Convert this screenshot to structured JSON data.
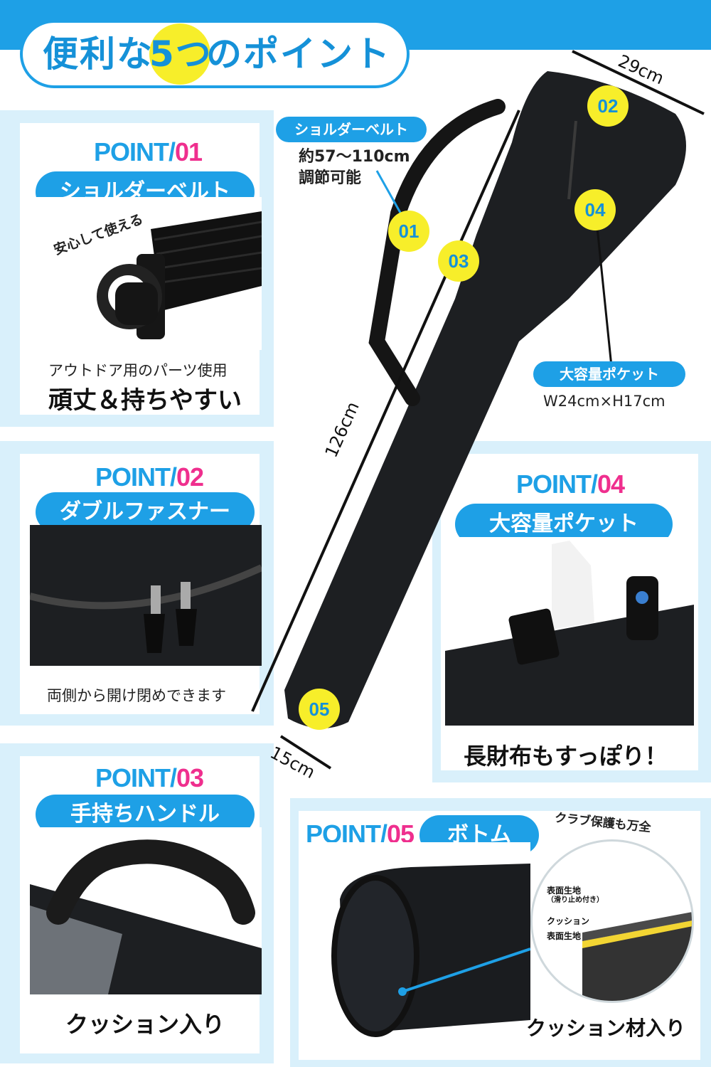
{
  "header": {
    "title_before": "便利な",
    "title_highlight": "5つ",
    "title_after": "のポイント"
  },
  "points": [
    {
      "label": "POINT/",
      "number": "01",
      "title": "ショルダーベルト",
      "tag": "安心して使える",
      "text": "アウトドア用のパーツ使用",
      "caption": "頑丈＆持ちやすい"
    },
    {
      "label": "POINT/",
      "number": "02",
      "title": "ダブルファスナー",
      "caption": "両側から開け閉めできます"
    },
    {
      "label": "POINT/",
      "number": "03",
      "title": "手持ちハンドル",
      "caption": "クッション入り"
    },
    {
      "label": "POINT/",
      "number": "04",
      "title": "大容量ポケット",
      "caption": "長財布もすっぽり！"
    },
    {
      "label": "POINT/",
      "number": "05",
      "title": "ボトム",
      "tag": "クラブ保護も万全",
      "caption": "クッション材入り"
    }
  ],
  "cross_section": {
    "layer1": "表面生地",
    "layer1_sub": "（滑り止め付き）",
    "layer2": "クッション",
    "layer3": "表面生地"
  },
  "product": {
    "shoulder_label": "ショルダーベルト",
    "shoulder_spec_1": "約57〜110cm",
    "shoulder_spec_2": "調節可能",
    "pocket_label": "大容量ポケット",
    "pocket_spec": "W24cm×H17cm",
    "width_top": "29cm",
    "length": "126cm",
    "width_bottom": "15cm",
    "markers": [
      "01",
      "02",
      "03",
      "04",
      "05"
    ]
  },
  "colors": {
    "accent": "#1ea0e6",
    "pink": "#ef2f8e",
    "yellow": "#f7ee2a",
    "panel": "#d9f0fb",
    "bag": "#1d1f22"
  }
}
